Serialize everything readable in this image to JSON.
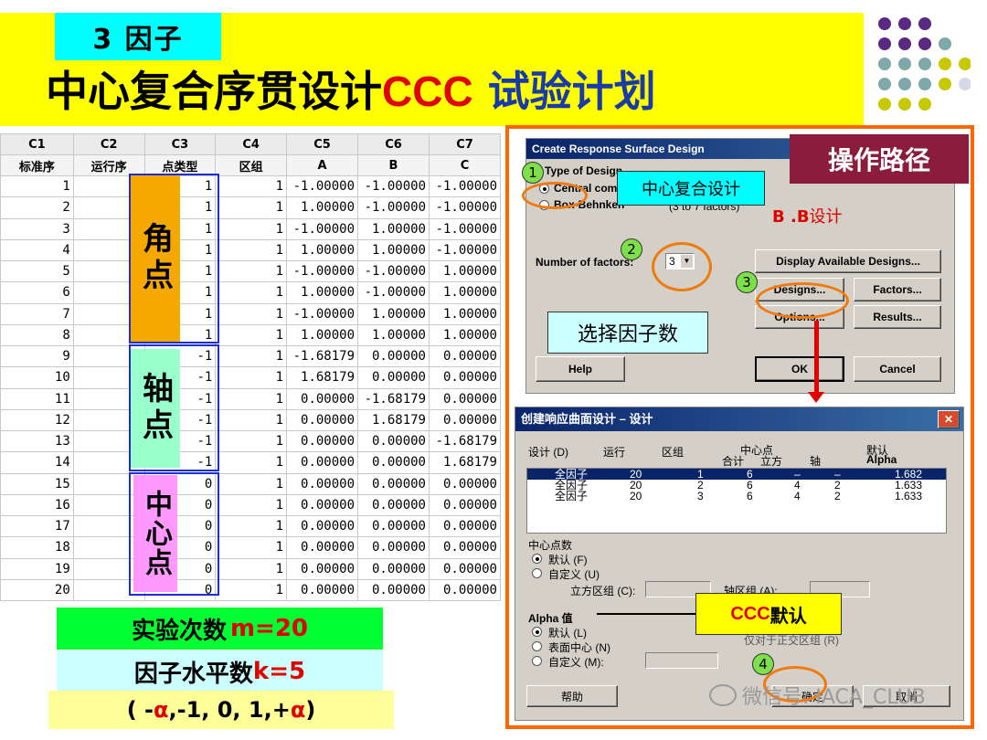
{
  "slide": {
    "tag": "3 因子",
    "title_part1": "中心复合序贯设计",
    "title_part2": "CCC",
    "title_part3": " 试验计划",
    "accent_yellow": "#ffff00",
    "accent_cyan": "#00ffff"
  },
  "sheet": {
    "col_ids": [
      "C1",
      "C2",
      "C3",
      "C4",
      "C5",
      "C6",
      "C7"
    ],
    "col_names": [
      "标准序",
      "运行序",
      "点类型",
      "区组",
      "A",
      "B",
      "C"
    ],
    "rows": [
      [
        "1",
        "",
        "1",
        "1",
        "-1.00000",
        "-1.00000",
        "-1.00000"
      ],
      [
        "2",
        "",
        "1",
        "1",
        "1.00000",
        "-1.00000",
        "-1.00000"
      ],
      [
        "3",
        "",
        "1",
        "1",
        "-1.00000",
        "1.00000",
        "-1.00000"
      ],
      [
        "4",
        "",
        "1",
        "1",
        "1.00000",
        "1.00000",
        "-1.00000"
      ],
      [
        "5",
        "",
        "1",
        "1",
        "-1.00000",
        "-1.00000",
        "1.00000"
      ],
      [
        "6",
        "",
        "1",
        "1",
        "1.00000",
        "-1.00000",
        "1.00000"
      ],
      [
        "7",
        "",
        "1",
        "1",
        "-1.00000",
        "1.00000",
        "1.00000"
      ],
      [
        "8",
        "",
        "1",
        "1",
        "1.00000",
        "1.00000",
        "1.00000"
      ],
      [
        "9",
        "",
        "-1",
        "1",
        "-1.68179",
        "0.00000",
        "0.00000"
      ],
      [
        "10",
        "",
        "-1",
        "1",
        "1.68179",
        "0.00000",
        "0.00000"
      ],
      [
        "11",
        "",
        "-1",
        "1",
        "0.00000",
        "-1.68179",
        "0.00000"
      ],
      [
        "12",
        "",
        "-1",
        "1",
        "0.00000",
        "1.68179",
        "0.00000"
      ],
      [
        "13",
        "",
        "-1",
        "1",
        "0.00000",
        "0.00000",
        "-1.68179"
      ],
      [
        "14",
        "",
        "-1",
        "1",
        "0.00000",
        "0.00000",
        "1.68179"
      ],
      [
        "15",
        "",
        "0",
        "1",
        "0.00000",
        "0.00000",
        "0.00000"
      ],
      [
        "16",
        "",
        "0",
        "1",
        "0.00000",
        "0.00000",
        "0.00000"
      ],
      [
        "17",
        "",
        "0",
        "1",
        "0.00000",
        "0.00000",
        "0.00000"
      ],
      [
        "18",
        "",
        "0",
        "1",
        "0.00000",
        "0.00000",
        "0.00000"
      ],
      [
        "19",
        "",
        "0",
        "1",
        "0.00000",
        "0.00000",
        "0.00000"
      ],
      [
        "20",
        "",
        "0",
        "1",
        "0.00000",
        "0.00000",
        "0.00000"
      ]
    ],
    "block_corner": "角点",
    "block_axial": "轴点",
    "block_center": "中心点",
    "color_corner": "#f5a800",
    "color_axial": "#99ffcc",
    "color_center": "#ff99ff"
  },
  "summary": {
    "runs_label": "实验次数 ",
    "runs_value": "m=20",
    "levels_label": "因子水平数",
    "levels_value": "k=5",
    "lv_open": "( - ",
    "lv_alpha1": "α",
    "lv_mid": ",-1, 0, 1,+ ",
    "lv_alpha2": "α",
    "lv_close": ")"
  },
  "panel": {
    "path_label": "操作路径",
    "dialog1": {
      "title": "Create Response Surface Design",
      "type_label": "Type of Design",
      "central_composite": "Central composite",
      "box_behnken": "Box-Behnken",
      "box_range": "(3 to 7 factors)",
      "num_factors_label": "Number of factors:",
      "num_factors_value": "3",
      "display_designs": "Display Available Designs...",
      "designs": "Designs...",
      "factors": "Factors...",
      "options": "Options...",
      "results": "Results...",
      "help": "Help",
      "ok": "OK",
      "cancel": "Cancel"
    },
    "callout_ccd": "中心复合设计",
    "bb_note_prefix": "B .B",
    "bb_note_suffix": "设计",
    "callout_factor": "选择因子数",
    "callout_ccc_prefix": "CCC",
    "callout_ccc_suffix": " 默认",
    "step1": "1",
    "step2": "2",
    "step3": "3",
    "step4": "4",
    "dialog2": {
      "title": "创建响应曲面设计 – 设计",
      "close": "✕",
      "h_design": "设计 (D)",
      "h_runs": "运行",
      "h_blocks": "区组",
      "h_center": "中心点",
      "h_total": "合计",
      "h_cube": "立方",
      "h_axial": "轴",
      "h_default": "默认",
      "h_alpha": "Alpha",
      "rows": [
        [
          "全因子",
          "20",
          "1",
          "6",
          "–",
          "–",
          "1.682"
        ],
        [
          "全因子",
          "20",
          "2",
          "6",
          "4",
          "2",
          "1.633"
        ],
        [
          "全因子",
          "20",
          "3",
          "6",
          "4",
          "2",
          "1.633"
        ]
      ],
      "center_group": "中心点数",
      "default_f": "默认 (F)",
      "custom_u": "自定义 (U)",
      "cube_block": "立方区组 (C):",
      "axial_block": "轴区组 (A):",
      "alpha_group": "Alpha 值",
      "default_l": "默认 (L)",
      "face_center": "表面中心 (N)",
      "custom_m": "自定义 (M):",
      "rotatable": "仅对于正交区组 (R)",
      "help": "帮助",
      "ok": "确定",
      "cancel": "取消"
    }
  },
  "watermark": "微信号: IACA_CLUB"
}
